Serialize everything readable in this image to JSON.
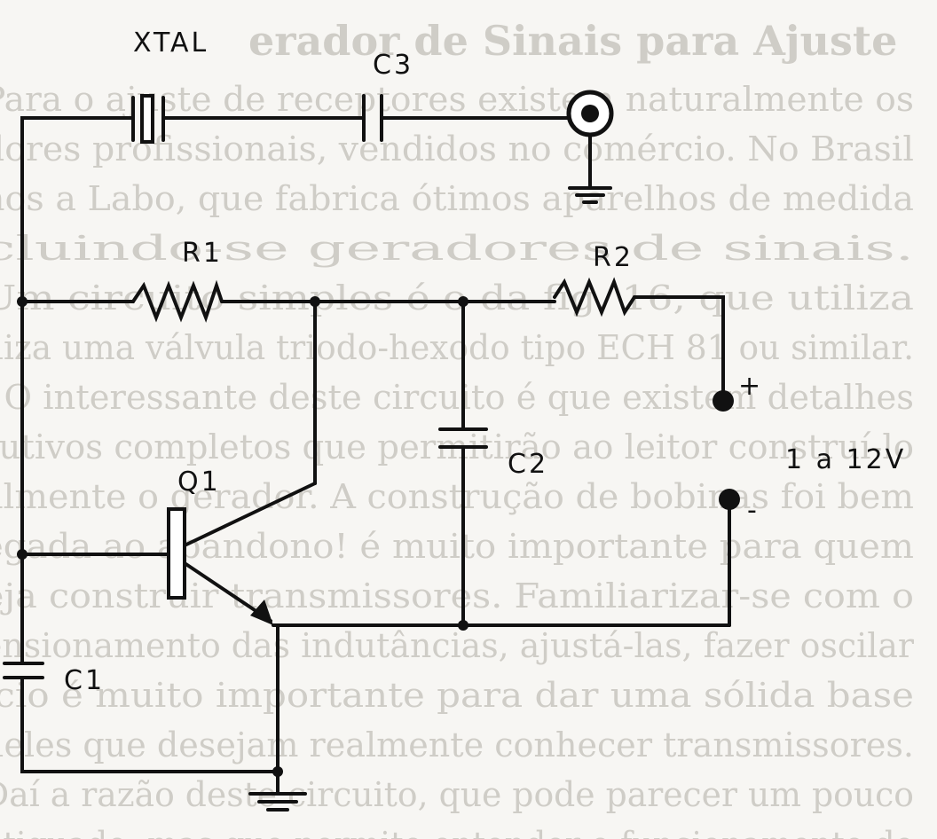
{
  "background_text": {
    "title": "erador de Sinais para Ajuste",
    "lines": [
      "Para o ajuste de receptores existem naturalmente os",
      "dores profissionais, vendidos no comércio. No Brasil",
      "nos a Labo, que fabrica ótimos aparelhos de medida",
      "cluindo-se geradores de sinais.",
      "Um circuito simples é o da fig. 16, que utiliza",
      "iliza uma válvula triodo-hexodo tipo ECH 81 ou similar.",
      ". O interessante deste circuito é que existem detalhes",
      "rutivos completos que permitirão ao leitor construí-lo",
      "almente o gerador. A construção de bobinas foi bem",
      "egada ao abandono! é muito importante para quem",
      "eja construir transmissores. Familiarizar-se com o",
      "ensionamento das indutâncias, ajustá-las, fazer oscilar",
      "ício é muito importante para dar uma sólida base",
      "ueles que desejam realmente conhecer transmissores.",
      "Daí a razão deste circuito, que pode parecer um pouco",
      "ntiquado, mas que permite entender o funcionamento de"
    ]
  },
  "labels": {
    "xtal": "XTAL",
    "c3": "C3",
    "r1": "R1",
    "r2": "R2",
    "q1": "Q1",
    "c2": "C2",
    "c1": "C1",
    "plus": "+",
    "minus": "-",
    "supply": "1 a 12V"
  }
}
